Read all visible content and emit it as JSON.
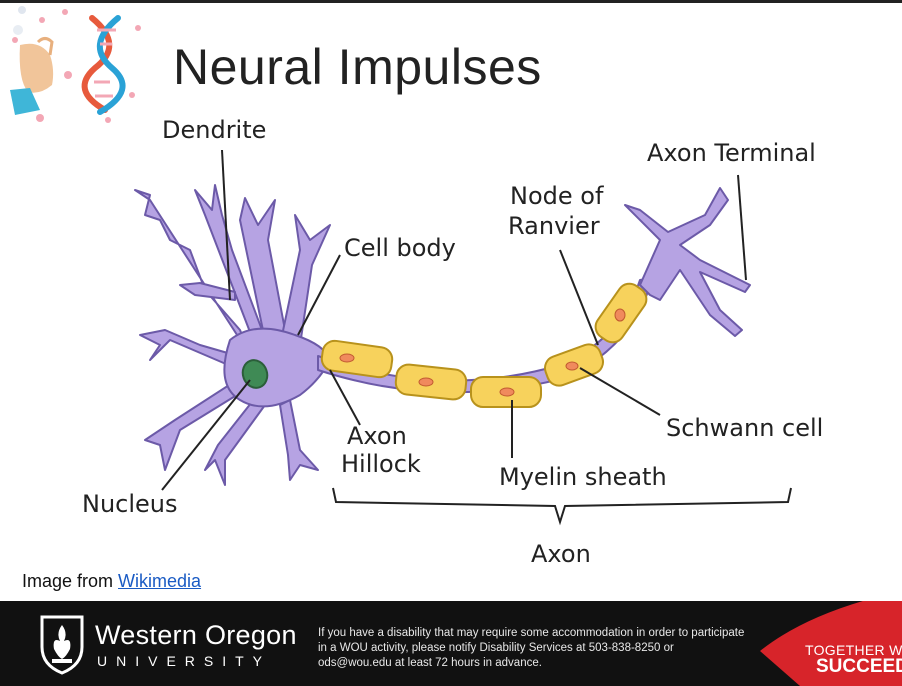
{
  "slide": {
    "title": "Neural Impulses"
  },
  "diagram": {
    "labels": {
      "dendrite": "Dendrite",
      "cell_body": "Cell body",
      "nucleus": "Nucleus",
      "axon_hillock_1": "Axon",
      "axon_hillock_2": "Hillock",
      "myelin_sheath": "Myelin sheath",
      "axon": "Axon",
      "schwann_cell": "Schwann cell",
      "node_ranvier_1": "Node of",
      "node_ranvier_2": "Ranvier",
      "axon_terminal": "Axon Terminal"
    },
    "colors": {
      "neuron": "#b6a3e3",
      "neuron_outline": "#6c5aa8",
      "myelin": "#f7d25c",
      "myelin_outline": "#b8921c",
      "nucleus": "#3f8a55"
    }
  },
  "credit": {
    "prefix": "Image from ",
    "link_text": "Wikimedia"
  },
  "footer": {
    "university_name": "Western Oregon",
    "university_sub": "UNIVERSITY",
    "notice": "If you have a disability that may require some accommodation in order to participate in a WOU activity, please notify Disability Services at 503-838-8250 or ods@wou.edu at least 72 hours in advance.",
    "slogan_line1": "TOGETHER WE",
    "slogan_line2": "SUCCEED",
    "accent_color": "#d7242a"
  }
}
